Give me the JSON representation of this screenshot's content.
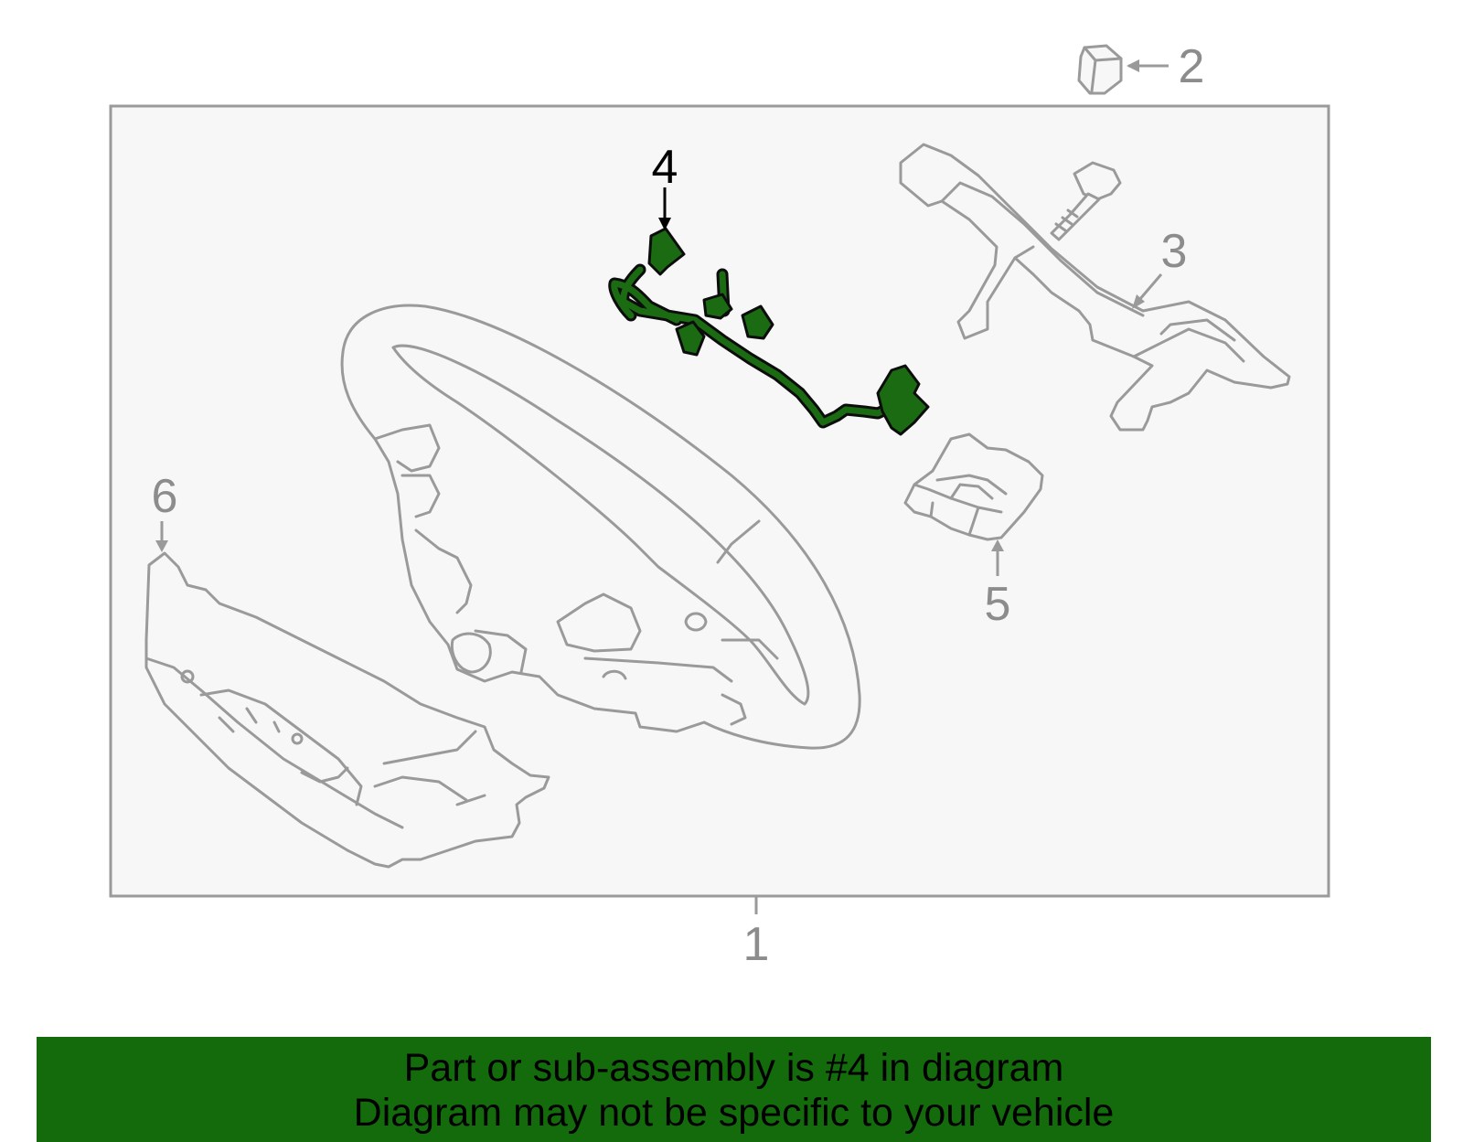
{
  "diagram": {
    "callouts": [
      {
        "label": "1",
        "highlighted": false
      },
      {
        "label": "2",
        "highlighted": false
      },
      {
        "label": "3",
        "highlighted": false
      },
      {
        "label": "4",
        "highlighted": true
      },
      {
        "label": "5",
        "highlighted": false
      },
      {
        "label": "6",
        "highlighted": false
      }
    ],
    "colors": {
      "highlight": "#1a6b12",
      "line": "#9a9a9a",
      "panel": "#f7f7f7",
      "banner": "#136b0c"
    }
  },
  "banner": {
    "line1": "Part or sub-assembly is #4 in diagram",
    "line2": "Diagram may not be specific to your vehicle"
  }
}
